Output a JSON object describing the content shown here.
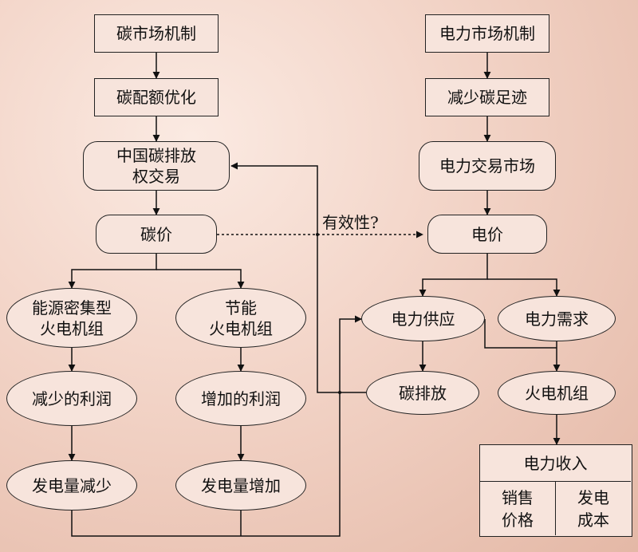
{
  "left": {
    "carbon_market_mechanism": "碳市场机制",
    "carbon_quota_optimization": "碳配额优化",
    "china_carbon_trading": "中国碳排放\n权交易",
    "carbon_price": "碳价",
    "energy_intensive_units": "能源密集型\n火电机组",
    "energy_saving_units": "节能\n火电机组",
    "reduced_profit": "减少的利润",
    "increased_profit": "增加的利润",
    "generation_decrease": "发电量减少",
    "generation_increase": "发电量增加"
  },
  "right": {
    "power_market_mechanism": "电力市场机制",
    "reduce_carbon_footprint": "减少碳足迹",
    "power_trading_market": "电力交易市场",
    "electricity_price": "电价",
    "power_supply": "电力供应",
    "power_demand": "电力需求",
    "carbon_emission": "碳排放",
    "thermal_units": "火电机组",
    "power_income": "电力收入",
    "sales_price": "销售\n价格",
    "generation_cost": "发电\n成本"
  },
  "effectiveness_label": "有效性?"
}
